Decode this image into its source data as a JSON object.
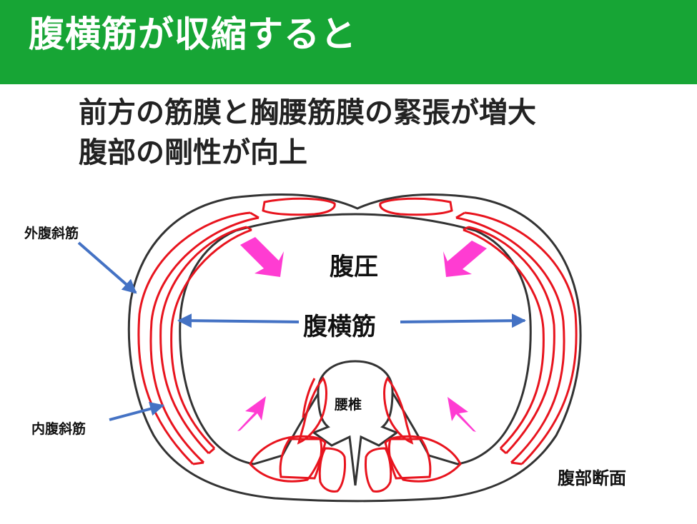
{
  "header": {
    "title": "腹横筋が収縮すると"
  },
  "subtitle": {
    "line1": "前方の筋膜と胸腰筋膜の緊張が増大",
    "line2": "腹部の剛性が向上"
  },
  "labels": {
    "external_oblique": "外腹斜筋",
    "internal_oblique": "内腹斜筋",
    "abdominal_pressure": "腹圧",
    "transversus_abdominis": "腹横筋",
    "lumbar_vertebra": "腰椎",
    "cross_section": "腹部断面"
  },
  "colors": {
    "header_bg": "#17a535",
    "muscle": "#e8141e",
    "arrow_blue": "#4472c4",
    "pressure_arrow": "#ff3cd2",
    "outline": "#333333"
  }
}
